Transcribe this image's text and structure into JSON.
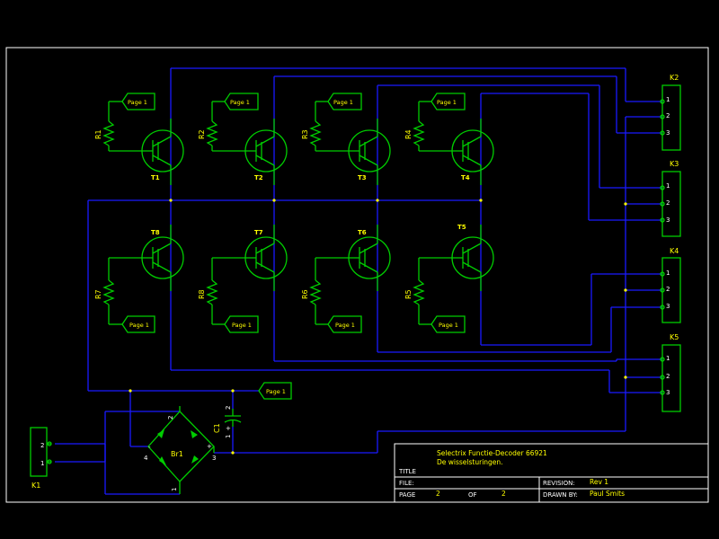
{
  "colors": {
    "background": "#000000",
    "wire": "#1a1aff",
    "component": "#00cc00",
    "label": "#ffff00",
    "frame": "#ffffff"
  },
  "page_tag": "Page 1",
  "transistors": {
    "T1": "T1",
    "T2": "T2",
    "T3": "T3",
    "T4": "T4",
    "T5": "T5",
    "T6": "T6",
    "T7": "T7",
    "T8": "T8"
  },
  "resistors": {
    "R1": "R1",
    "R2": "R2",
    "R3": "R3",
    "R4": "R4",
    "R5": "R5",
    "R6": "R6",
    "R7": "R7",
    "R8": "R8"
  },
  "connectors": {
    "K1": {
      "name": "K1",
      "pins": [
        "2",
        "1"
      ]
    },
    "K2": {
      "name": "K2",
      "pins": [
        "1",
        "2",
        "3"
      ]
    },
    "K3": {
      "name": "K3",
      "pins": [
        "1",
        "2",
        "3"
      ]
    },
    "K4": {
      "name": "K4",
      "pins": [
        "1",
        "2",
        "3"
      ]
    },
    "K5": {
      "name": "K5",
      "pins": [
        "1",
        "2",
        "3"
      ]
    }
  },
  "bridge": {
    "name": "Br1",
    "pins": [
      "2",
      "4",
      "3",
      "1"
    ],
    "plus": "+",
    "minus": "-"
  },
  "capacitor": {
    "name": "C1",
    "pin_top": "2",
    "pin_bottom": "1",
    "plus": "+"
  },
  "title_block": {
    "title_line1": "Selectrix Functie-Decoder 66921",
    "title_line2": "De wisselsturingen.",
    "title_label": "TITLE",
    "file_label": "FILE:",
    "revision_label": "REVISION:",
    "revision_value": "Rev 1",
    "page_label": "PAGE",
    "page_value": "2",
    "of_label": "OF",
    "of_value": "2",
    "drawn_by_label": "DRAWN BY:",
    "drawn_by_value": "Paul Smits"
  }
}
